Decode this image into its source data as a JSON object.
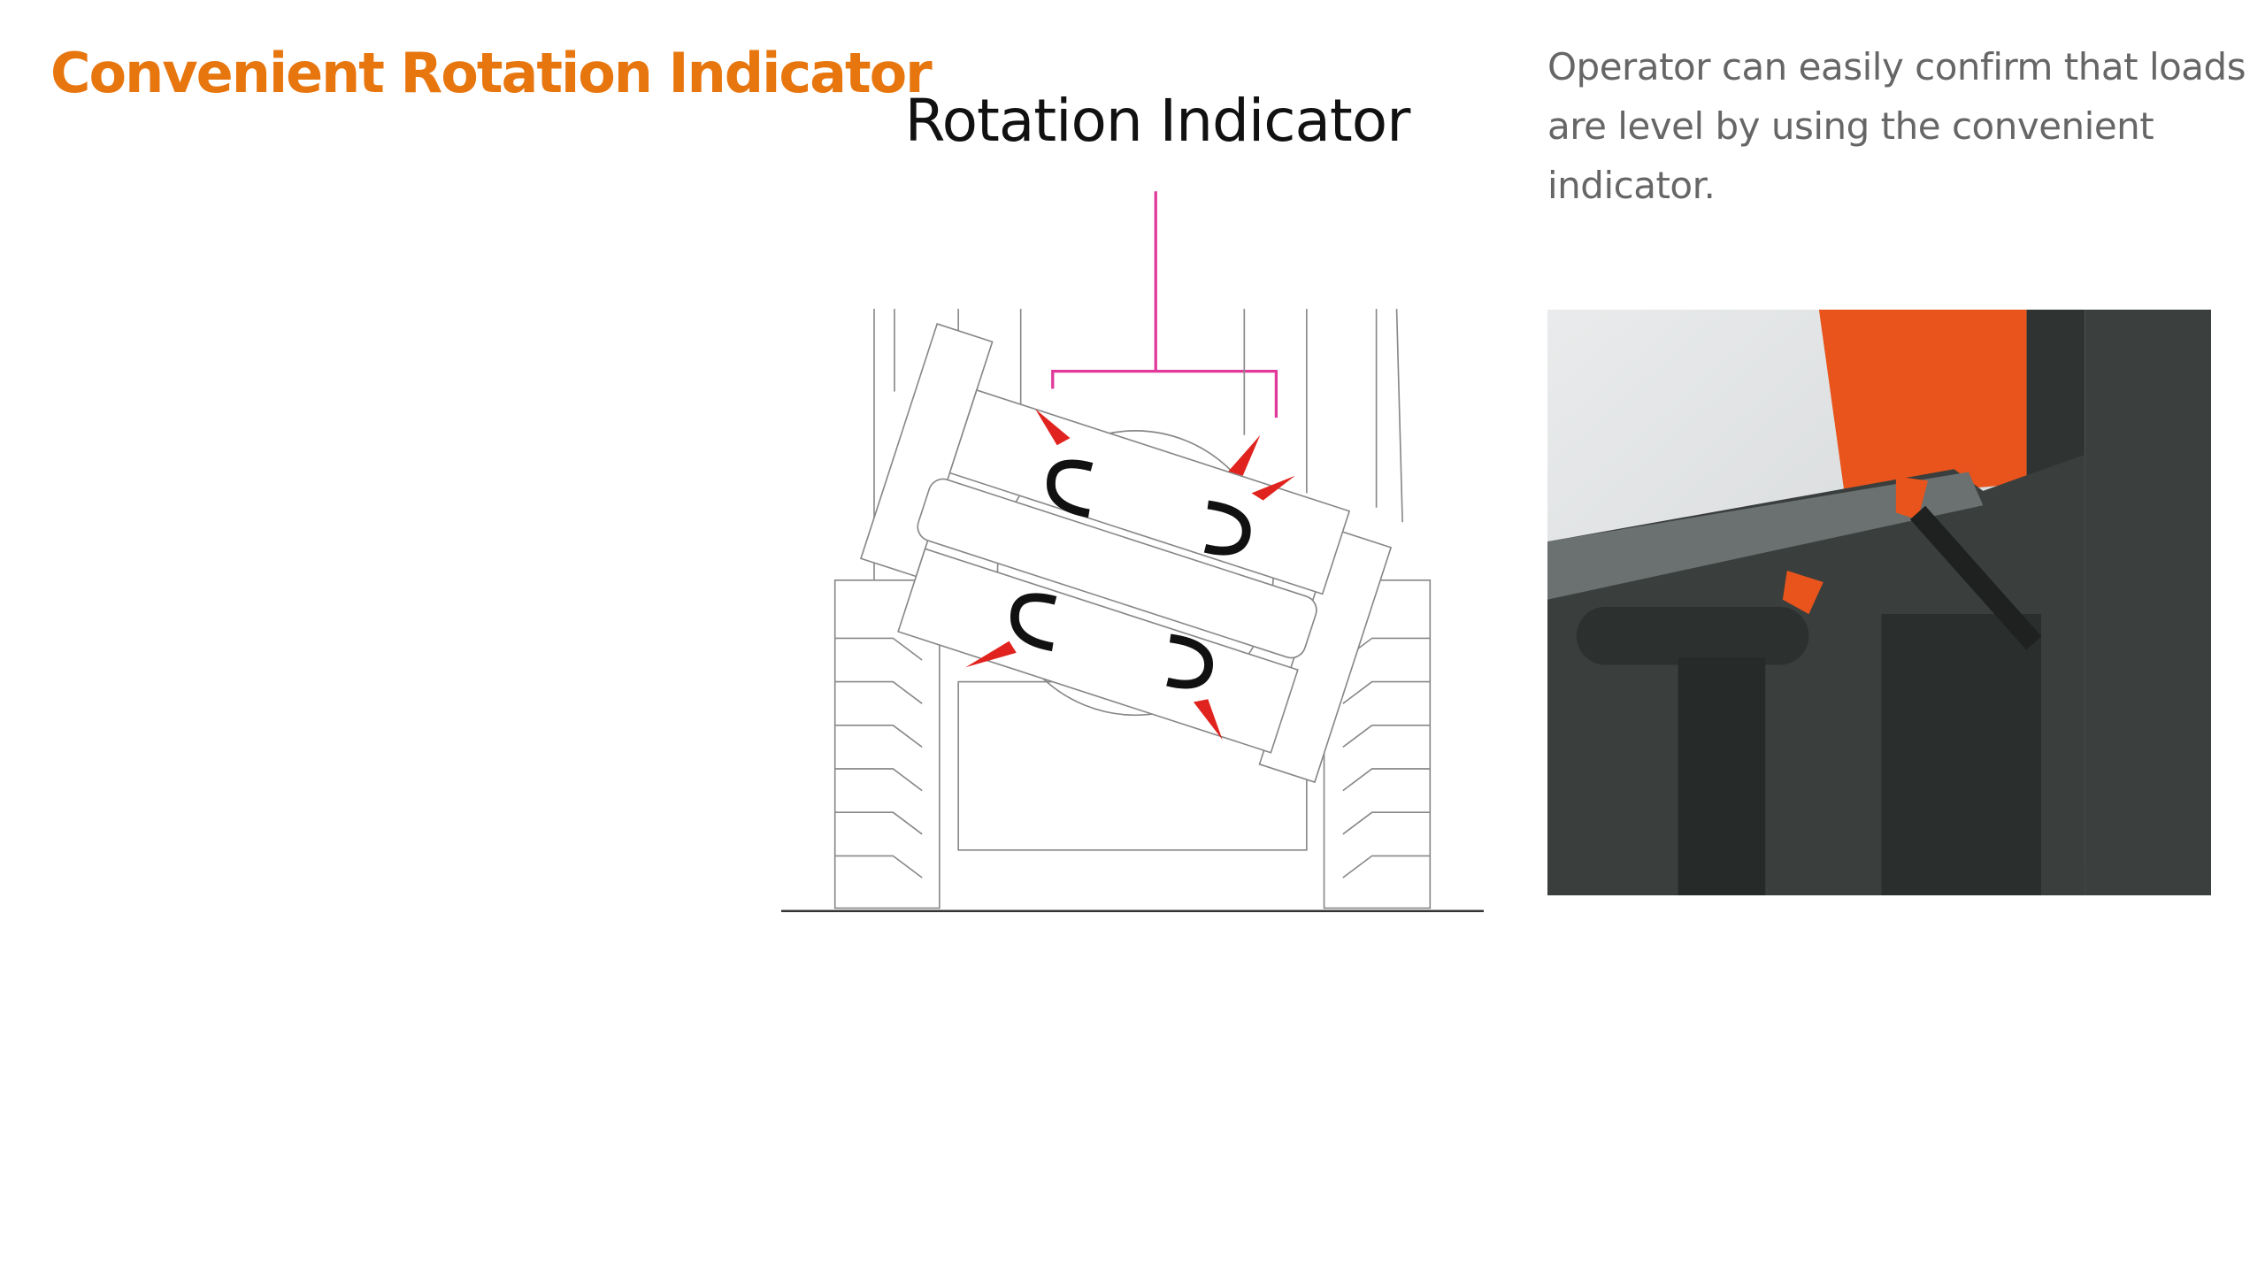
{
  "heading": "Convenient Rotation Indicator",
  "diagram": {
    "label": "Rotation Indicator",
    "accent_color": "#e0399a",
    "indicator_color": "#e0231e"
  },
  "description": "Operator can easily confirm that loads are level by using the convenient indicator.",
  "colors": {
    "heading": "#e8760f",
    "text": "#666666",
    "photo_orange": "#e8541c"
  }
}
